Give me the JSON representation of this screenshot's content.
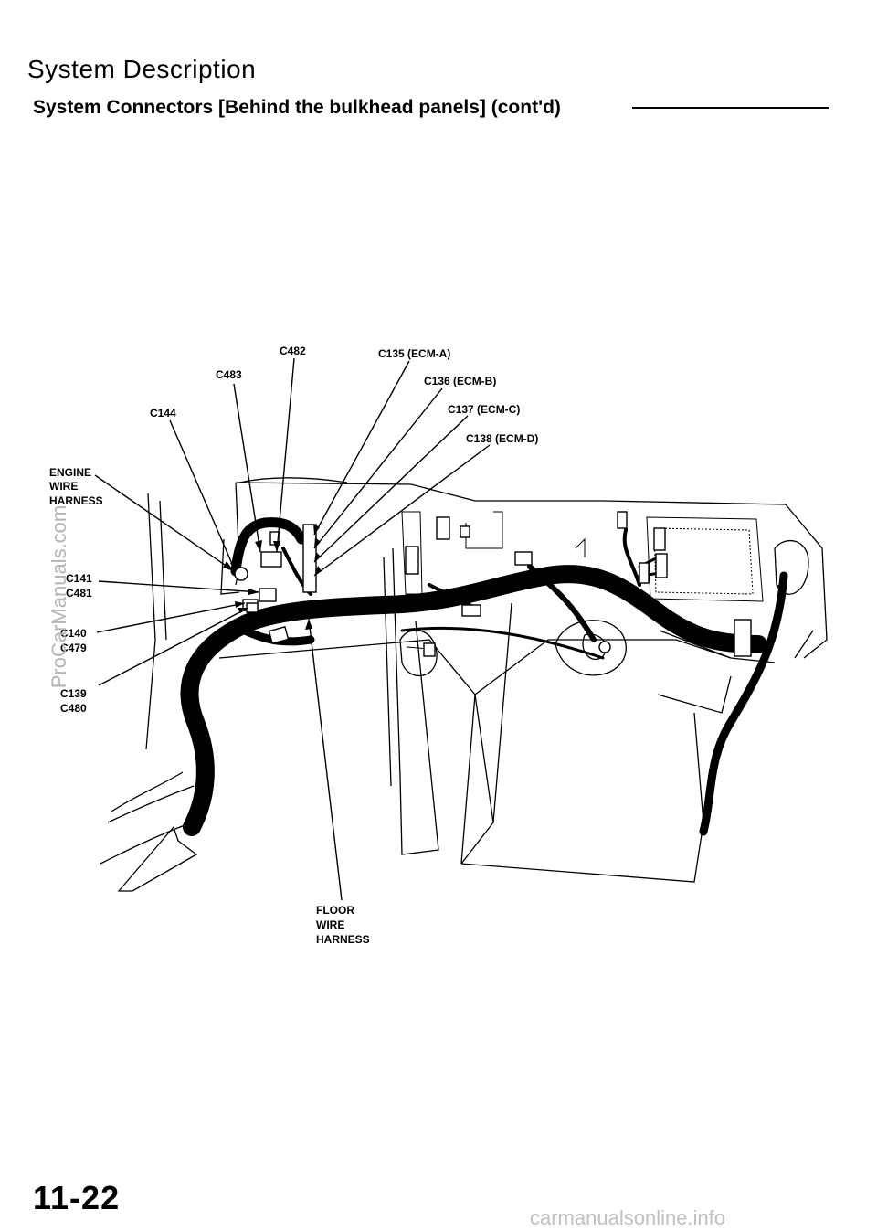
{
  "header": {
    "title": "System Description",
    "subtitle": "System Connectors [Behind the bulkhead panels] (cont'd)"
  },
  "labels": {
    "c482": "C482",
    "c483": "C483",
    "c144": "C144",
    "c135": "C135 (ECM-A)",
    "c136": "C136 (ECM-B)",
    "c137": "C137 (ECM-C)",
    "c138": "C138 (ECM-D)",
    "engine_harness": [
      "ENGINE",
      "WIRE",
      "HARNESS"
    ],
    "c141_c481": [
      "C141",
      "C481"
    ],
    "c140_c479": [
      "C140",
      "C479"
    ],
    "c139_c480": [
      "C139",
      "C480"
    ],
    "floor_harness": [
      "FLOOR",
      "WIRE",
      "HARNESS"
    ]
  },
  "footer": {
    "page_number": "11-22",
    "watermark_side": "ProCarManuals.com",
    "watermark_bottom": "carmanualsonline.info"
  }
}
